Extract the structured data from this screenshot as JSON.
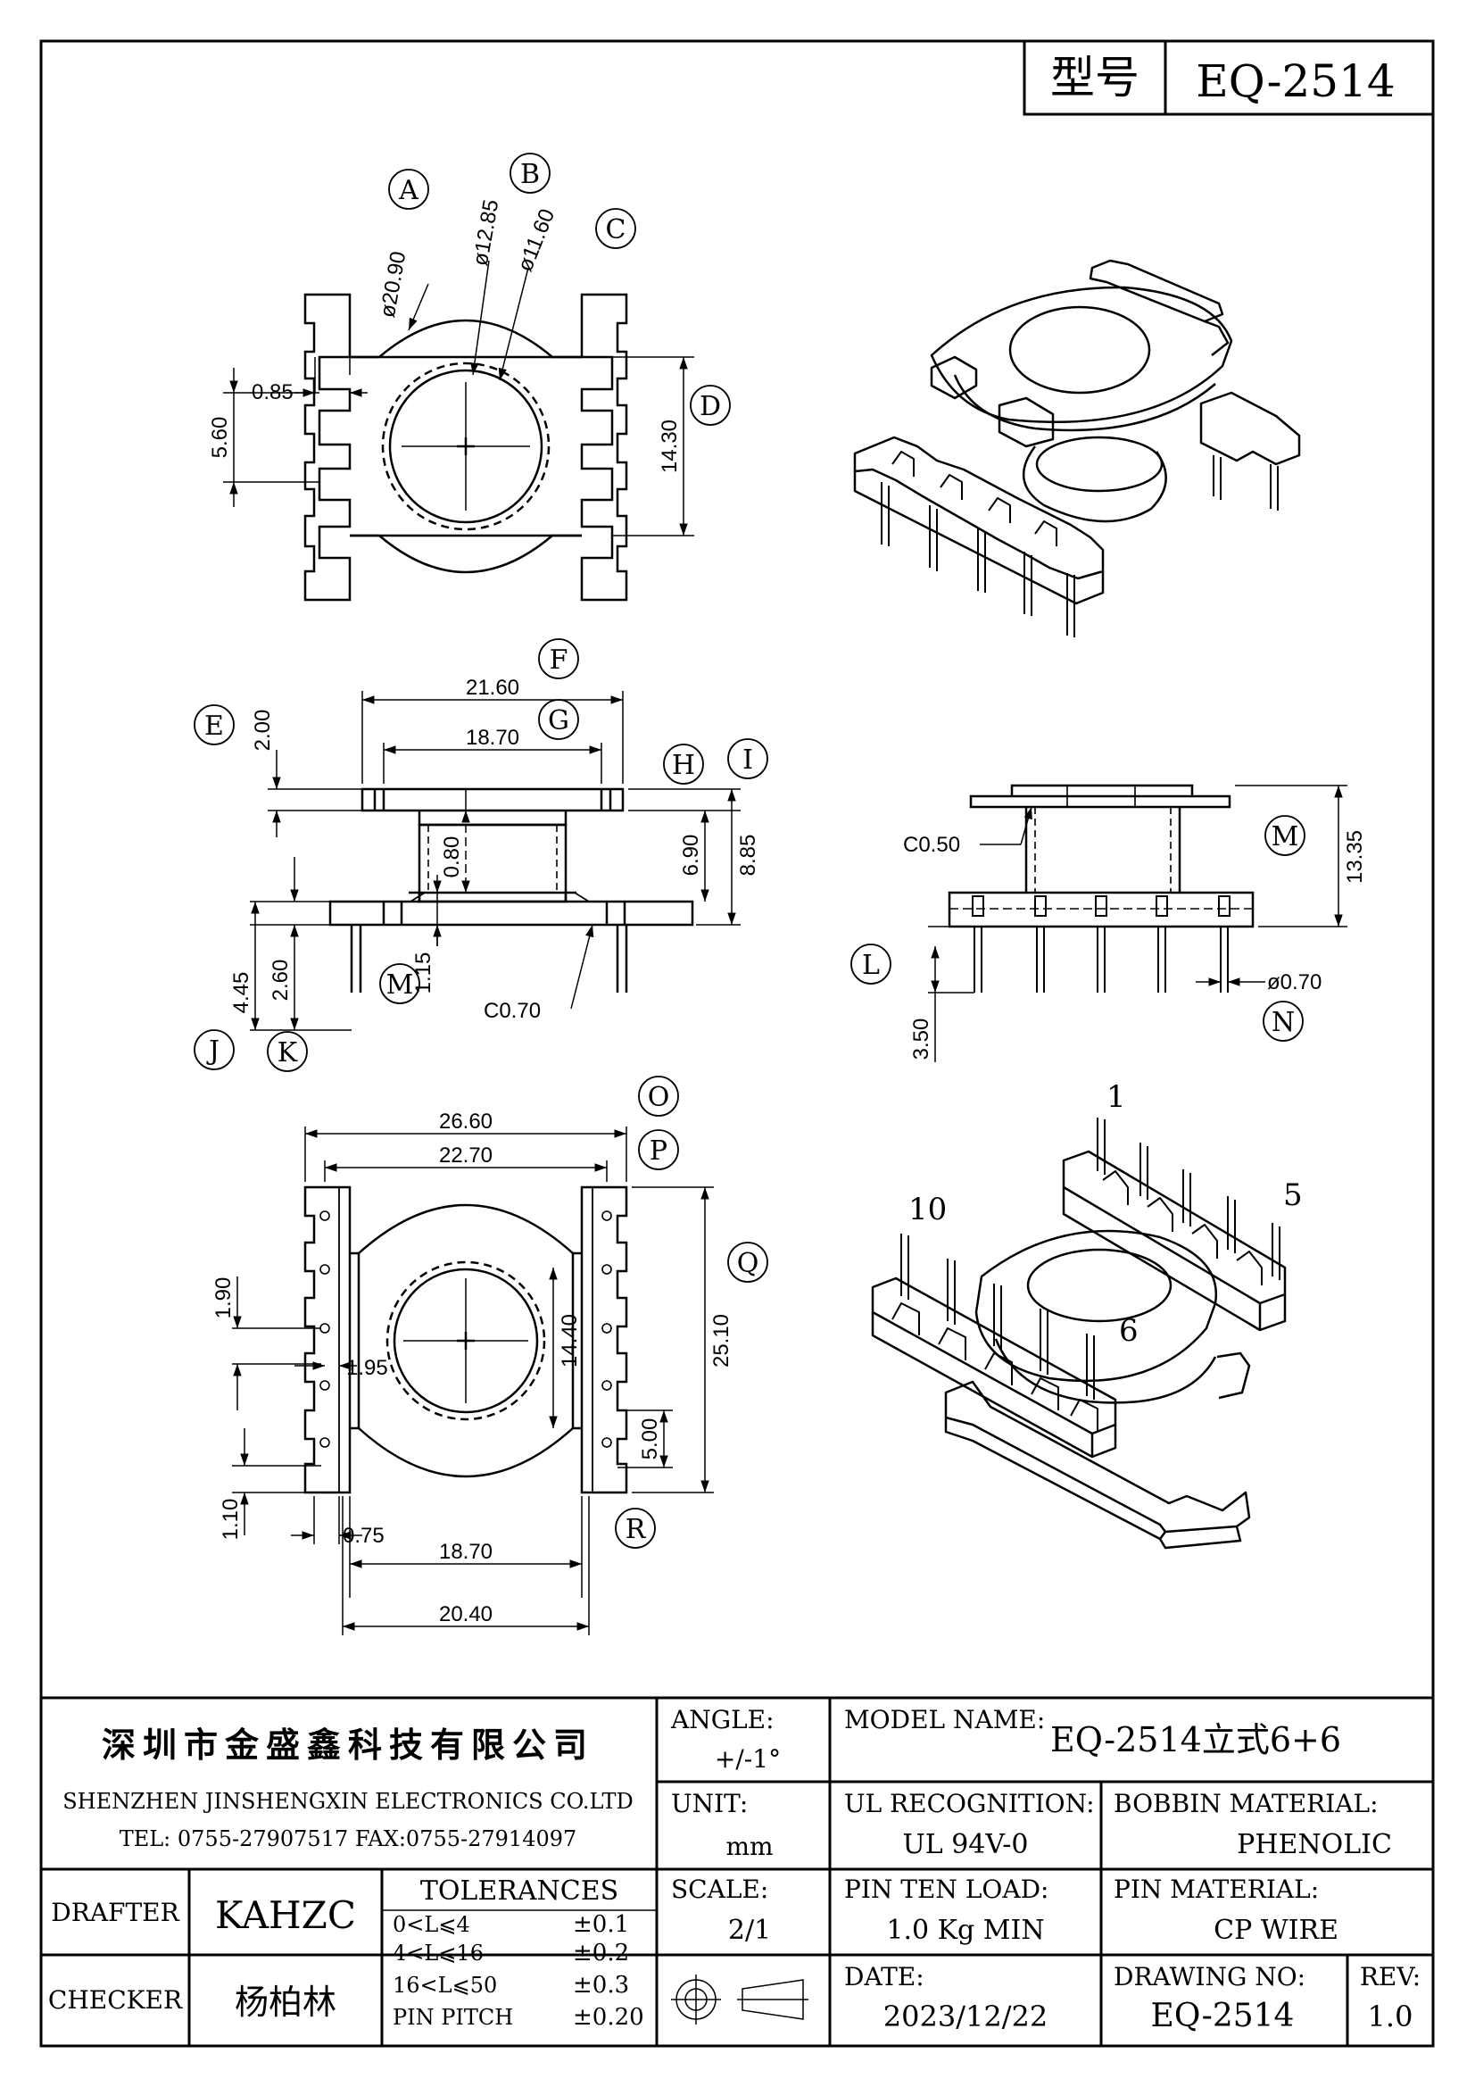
{
  "header": {
    "model_label": "型号",
    "model_value": "EQ-2514"
  },
  "views": {
    "top": {
      "callouts": [
        "A",
        "B",
        "C",
        "D"
      ],
      "dims": [
        "ø20.90",
        "ø12.85",
        "ø11.60",
        "0.85",
        "5.60",
        "14.30"
      ]
    },
    "front": {
      "callouts": [
        "E",
        "F",
        "G",
        "H",
        "I",
        "J",
        "K",
        "M"
      ],
      "dims": [
        "21.60",
        "18.70",
        "2.00",
        "0.80",
        "6.90",
        "8.85",
        "4.45",
        "2.60",
        "1.15",
        "C0.70"
      ]
    },
    "side": {
      "callouts": [
        "M",
        "L",
        "N"
      ],
      "dims": [
        "C0.50",
        "13.35",
        "3.50",
        "ø0.70"
      ]
    },
    "bottom": {
      "callouts": [
        "O",
        "P",
        "Q",
        "R"
      ],
      "dims": [
        "26.60",
        "22.70",
        "1.90",
        "1.95",
        "14.40",
        "25.10",
        "5.00",
        "1.10",
        "0.75",
        "18.70",
        "20.40"
      ]
    },
    "iso_bottom": {
      "pin_labels": [
        "1",
        "5",
        "10",
        "6"
      ]
    }
  },
  "title_block": {
    "company_cn": "深圳市金盛鑫科技有限公司",
    "company_en": "SHENZHEN JINSHENGXIN ELECTRONICS CO.LTD",
    "contact": "TEL: 0755-27907517   FAX:0755-27914097",
    "angle_label": "ANGLE:",
    "angle_value": "+/-1°",
    "model_name_label": "MODEL NAME:",
    "model_name_value": "EQ-2514立式6+6",
    "unit_label": "UNIT:",
    "unit_value": "mm",
    "ul_label": "UL RECOGNITION:",
    "ul_value": "UL 94V-0",
    "bobbin_label": "BOBBIN MATERIAL:",
    "bobbin_value": "PHENOLIC",
    "drafter_label": "DRAFTER",
    "drafter_value": "KAHZC",
    "tolerances_label": "TOLERANCES",
    "tolerances": [
      {
        "range": "0<L⩽4",
        "tol": "±0.1"
      },
      {
        "range": "4<L⩽16",
        "tol": "±0.2"
      },
      {
        "range": "16<L⩽50",
        "tol": "±0.3"
      },
      {
        "range": "PIN PITCH",
        "tol": "±0.20"
      }
    ],
    "scale_label": "SCALE:",
    "scale_value": "2/1",
    "pin_load_label": "PIN TEN LOAD:",
    "pin_load_value": "1.0 Kg MIN",
    "pin_material_label": "PIN MATERIAL:",
    "pin_material_value": "CP WIRE",
    "checker_label": "CHECKER",
    "checker_value": "杨柏林",
    "date_label": "DATE:",
    "date_value": "2023/12/22",
    "drawing_no_label": "DRAWING NO:",
    "drawing_no_value": "EQ-2514",
    "rev_label": "REV:",
    "rev_value": "1.0"
  }
}
